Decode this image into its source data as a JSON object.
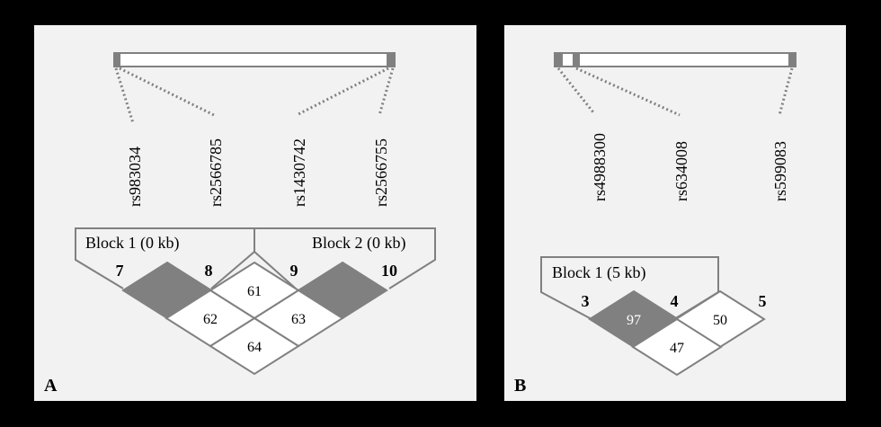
{
  "colors": {
    "background": "#000000",
    "panel": "#f2f2f2",
    "stroke": "#808080",
    "strong_ld": "#808080",
    "weak_ld": "#ffffff",
    "text": "#000000"
  },
  "panels": [
    {
      "label": "A",
      "snps": [
        {
          "id": "rs983034",
          "index": "7"
        },
        {
          "id": "rs2566785",
          "index": "8"
        },
        {
          "id": "rs1430742",
          "index": "9"
        },
        {
          "id": "rs2566755",
          "index": "10"
        }
      ],
      "blocks": [
        {
          "label": "Block 1 (0 kb)"
        },
        {
          "label": "Block 2 (0 kb)"
        }
      ],
      "ld_cells": [
        {
          "pair": "7-8",
          "value": "",
          "strong": true
        },
        {
          "pair": "8-9",
          "value": "61",
          "strong": false
        },
        {
          "pair": "9-10",
          "value": "",
          "strong": true
        },
        {
          "pair": "7-9",
          "value": "62",
          "strong": false
        },
        {
          "pair": "8-10",
          "value": "63",
          "strong": false
        },
        {
          "pair": "7-10",
          "value": "64",
          "strong": false
        }
      ]
    },
    {
      "label": "B",
      "snps": [
        {
          "id": "rs4988300",
          "index": "3"
        },
        {
          "id": "rs634008",
          "index": "4"
        },
        {
          "id": "rs599083",
          "index": "5"
        }
      ],
      "blocks": [
        {
          "label": "Block 1 (5 kb)"
        }
      ],
      "ld_cells": [
        {
          "pair": "3-4",
          "value": "97",
          "strong": true
        },
        {
          "pair": "4-5",
          "value": "50",
          "strong": false
        },
        {
          "pair": "3-5",
          "value": "47",
          "strong": false
        }
      ]
    }
  ]
}
